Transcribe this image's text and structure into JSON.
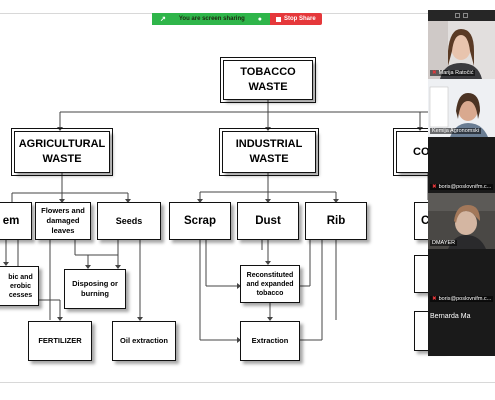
{
  "share_bar": {
    "status_text": "You are screen sharing",
    "stop_label": "Stop Share"
  },
  "diagram": {
    "root": "TOBACCO WASTE",
    "agricultural": "AGRICULTURAL WASTE",
    "industrial": "INDUSTRIAL WASTE",
    "third_category_partial": "CO",
    "stem_partial": "em",
    "flowers": "Flowers and damaged leaves",
    "seeds": "Seeds",
    "aerobic_partial": "bic and erobic cesses",
    "disposing": "Disposing or burning",
    "fertilizer": "FERTILIZER",
    "oil_extraction": "Oil extraction",
    "scrap": "Scrap",
    "dust": "Dust",
    "rib": "Rib",
    "reconstituted": "Reconstituted and expanded tobacco",
    "extraction": "Extraction",
    "partial_right": "C"
  },
  "participants": [
    {
      "name": "Marija Ratočić",
      "muted": true
    },
    {
      "name": "Kemija Agronomski",
      "muted": false
    },
    {
      "name": "boris@poslovnifm.c...",
      "muted": true
    },
    {
      "name": "DMAYER",
      "muted": false
    },
    {
      "name": "boris@poslovnifm.c...",
      "muted": true
    },
    {
      "name": "Bernarda  Ma",
      "muted": false
    }
  ],
  "colors": {
    "share_green": "#2fb54a",
    "stop_red": "#e5383b",
    "panel_bg": "#1a1a1a"
  }
}
